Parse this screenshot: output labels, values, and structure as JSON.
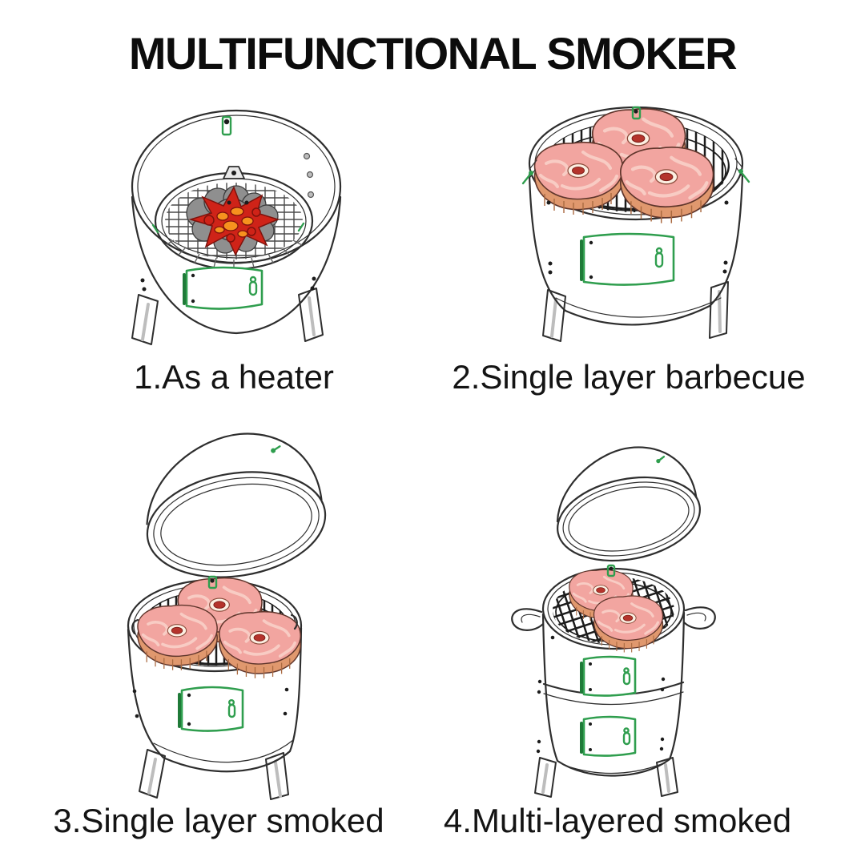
{
  "title": "MULTIFUNCTIONAL SMOKER",
  "figures": [
    {
      "id": "heater",
      "caption": "1.As a heater",
      "alt": "open charcoal smoker barrel with glowing coals inside"
    },
    {
      "id": "single-layer-barbecue",
      "caption": "2.Single layer barbecue",
      "alt": "smoker barrel with grill grate holding three ham steaks"
    },
    {
      "id": "single-layer-smoked",
      "caption": "3.Single layer smoked",
      "alt": "dome lid lifted above single-tier smoker with three ham steaks"
    },
    {
      "id": "multi-layered-smoked",
      "caption": "4.Multi-layered smoked",
      "alt": "dome lid lifted above double-tier smoker with two ham steaks"
    }
  ],
  "colors": {
    "background": "#ffffff",
    "line": "#2e2e2e",
    "accent_green": "#2f9e4e",
    "grate_black": "#1c1c1c",
    "charcoal_gray": "#8f8f8f",
    "fire_red": "#cf2318",
    "ember_orange": "#f6921e",
    "meat_pink": "#f2a5a0",
    "meat_light": "#f8d0c8",
    "meat_side": "#e0986e",
    "bone_red": "#b5342c"
  }
}
